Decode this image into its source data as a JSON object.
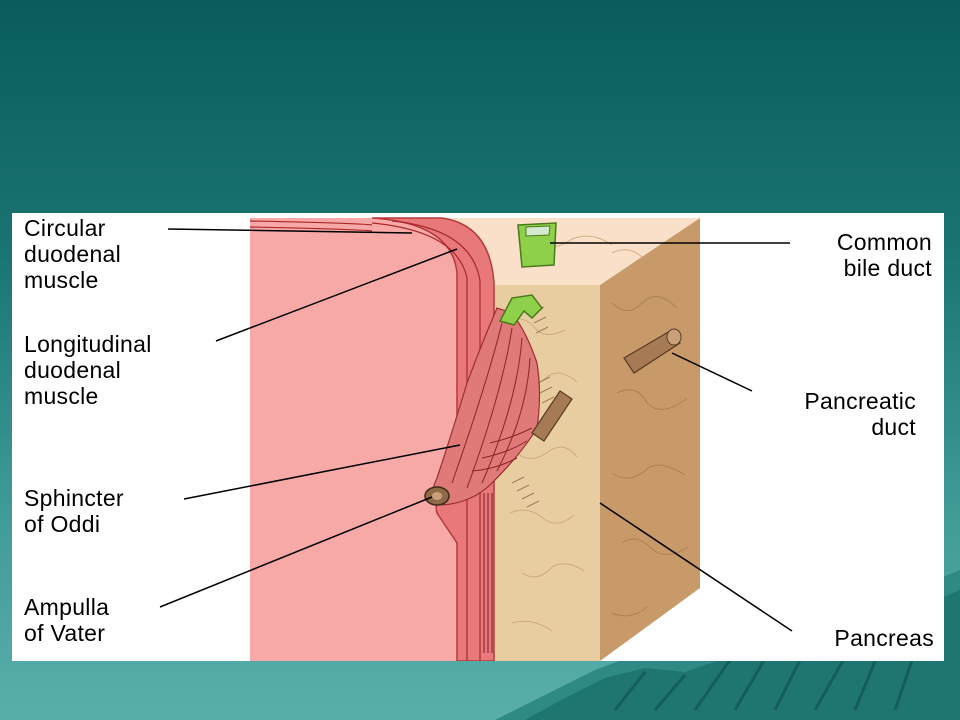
{
  "labels": {
    "circular": "Circular\nduodenal\nmuscle",
    "longitudinal": "Longitudinal\nduodenal\nmuscle",
    "sphincter": "Sphincter\nof Oddi",
    "ampulla": "Ampulla\nof Vater",
    "common_bile_duct": "Common\nbile duct",
    "pancreatic_duct": "Pancreatic\nduct",
    "pancreas": "Pancreas"
  },
  "colors": {
    "background_top": "#0a5c5c",
    "duodenum_lumen": "#f7a9a8",
    "duodenum_wall": "#e8787a",
    "pancreas_top": "#fae0c8",
    "pancreas_front": "#e8cda0",
    "pancreas_side": "#c89a6a",
    "bile_duct": "#8ed04a",
    "duct_brown": "#a57a55"
  }
}
